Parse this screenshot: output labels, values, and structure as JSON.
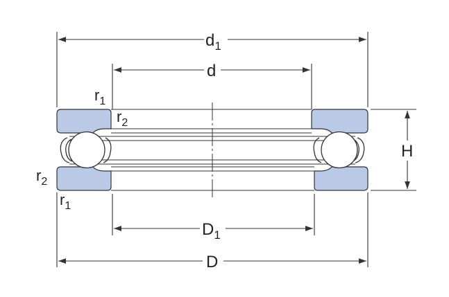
{
  "labels": {
    "d1": {
      "base": "d",
      "sub": "1"
    },
    "d": {
      "base": "d"
    },
    "H": {
      "base": "H"
    },
    "D1": {
      "base": "D",
      "sub": "1"
    },
    "D": {
      "base": "D"
    },
    "r1_top": {
      "base": "r",
      "sub": "1"
    },
    "r2_top": {
      "base": "r",
      "sub": "2"
    },
    "r2_left": {
      "base": "r",
      "sub": "2"
    },
    "r1_bottom": {
      "base": "r",
      "sub": "1"
    }
  },
  "colors": {
    "washer_fill": "#b9c9e6",
    "line": "#333333",
    "ball_fill": "#ffffff"
  },
  "icons": [
    "thrust-ball-bearing-cross-section"
  ]
}
